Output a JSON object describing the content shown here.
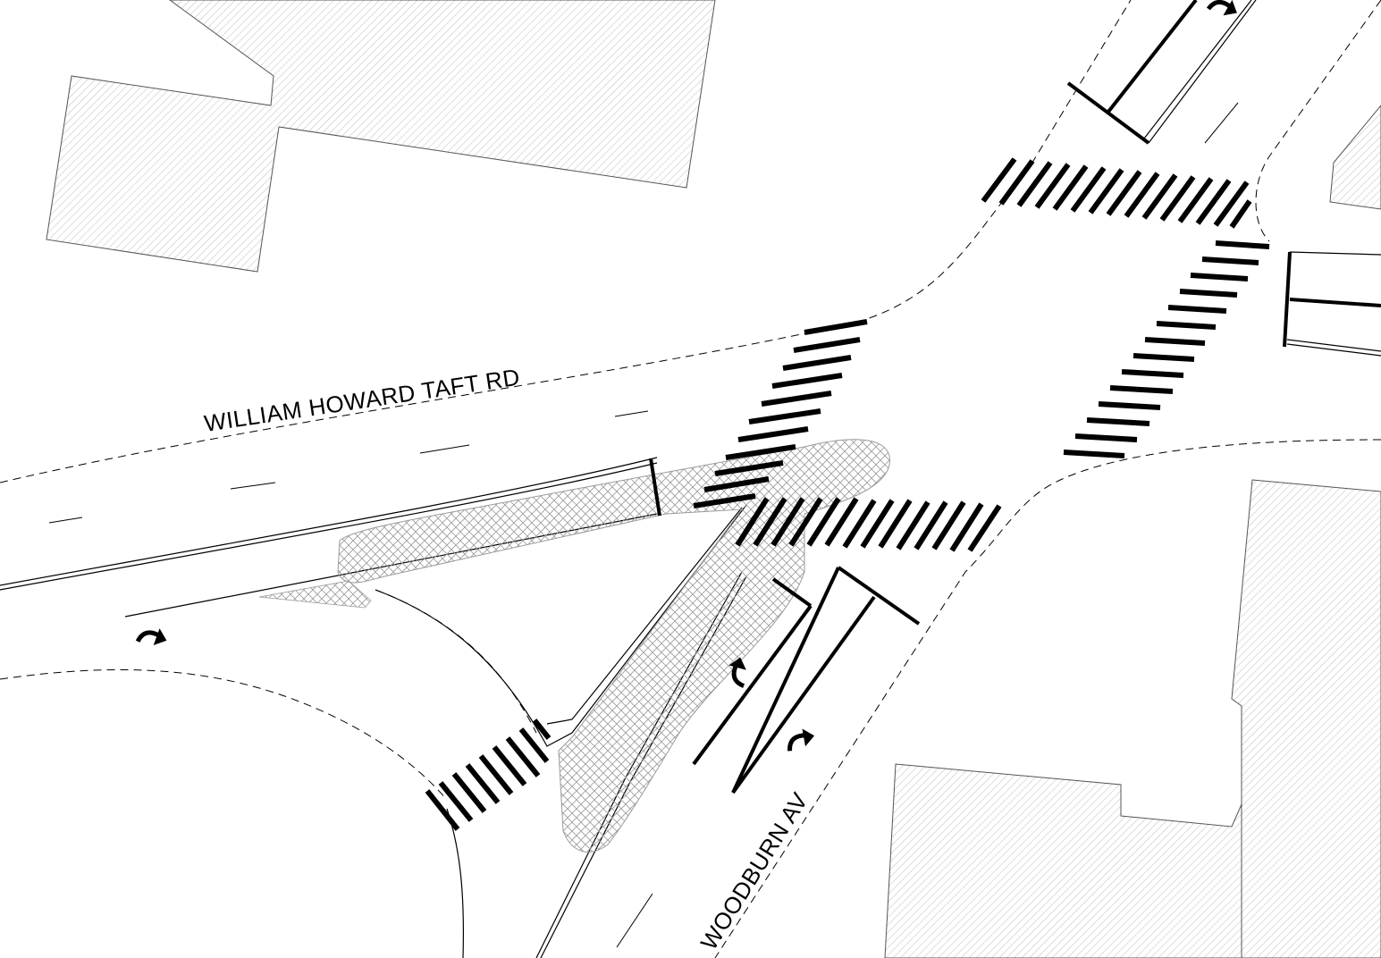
{
  "streets": {
    "primary": "WILLIAM HOWARD TAFT RD",
    "secondary": "WOODBURN AV"
  },
  "colors": {
    "background": "#ffffff",
    "linework": "#000000",
    "building_hatch": "#bdbdbd",
    "island_crosshatch": "#9a9a9a"
  },
  "legend_features": {
    "buildings": "diagonal-hatch",
    "curb_extension": "cross-hatch",
    "crosswalks": "high-visibility-bars",
    "turn_arrows": "curved-arrow-icon"
  }
}
